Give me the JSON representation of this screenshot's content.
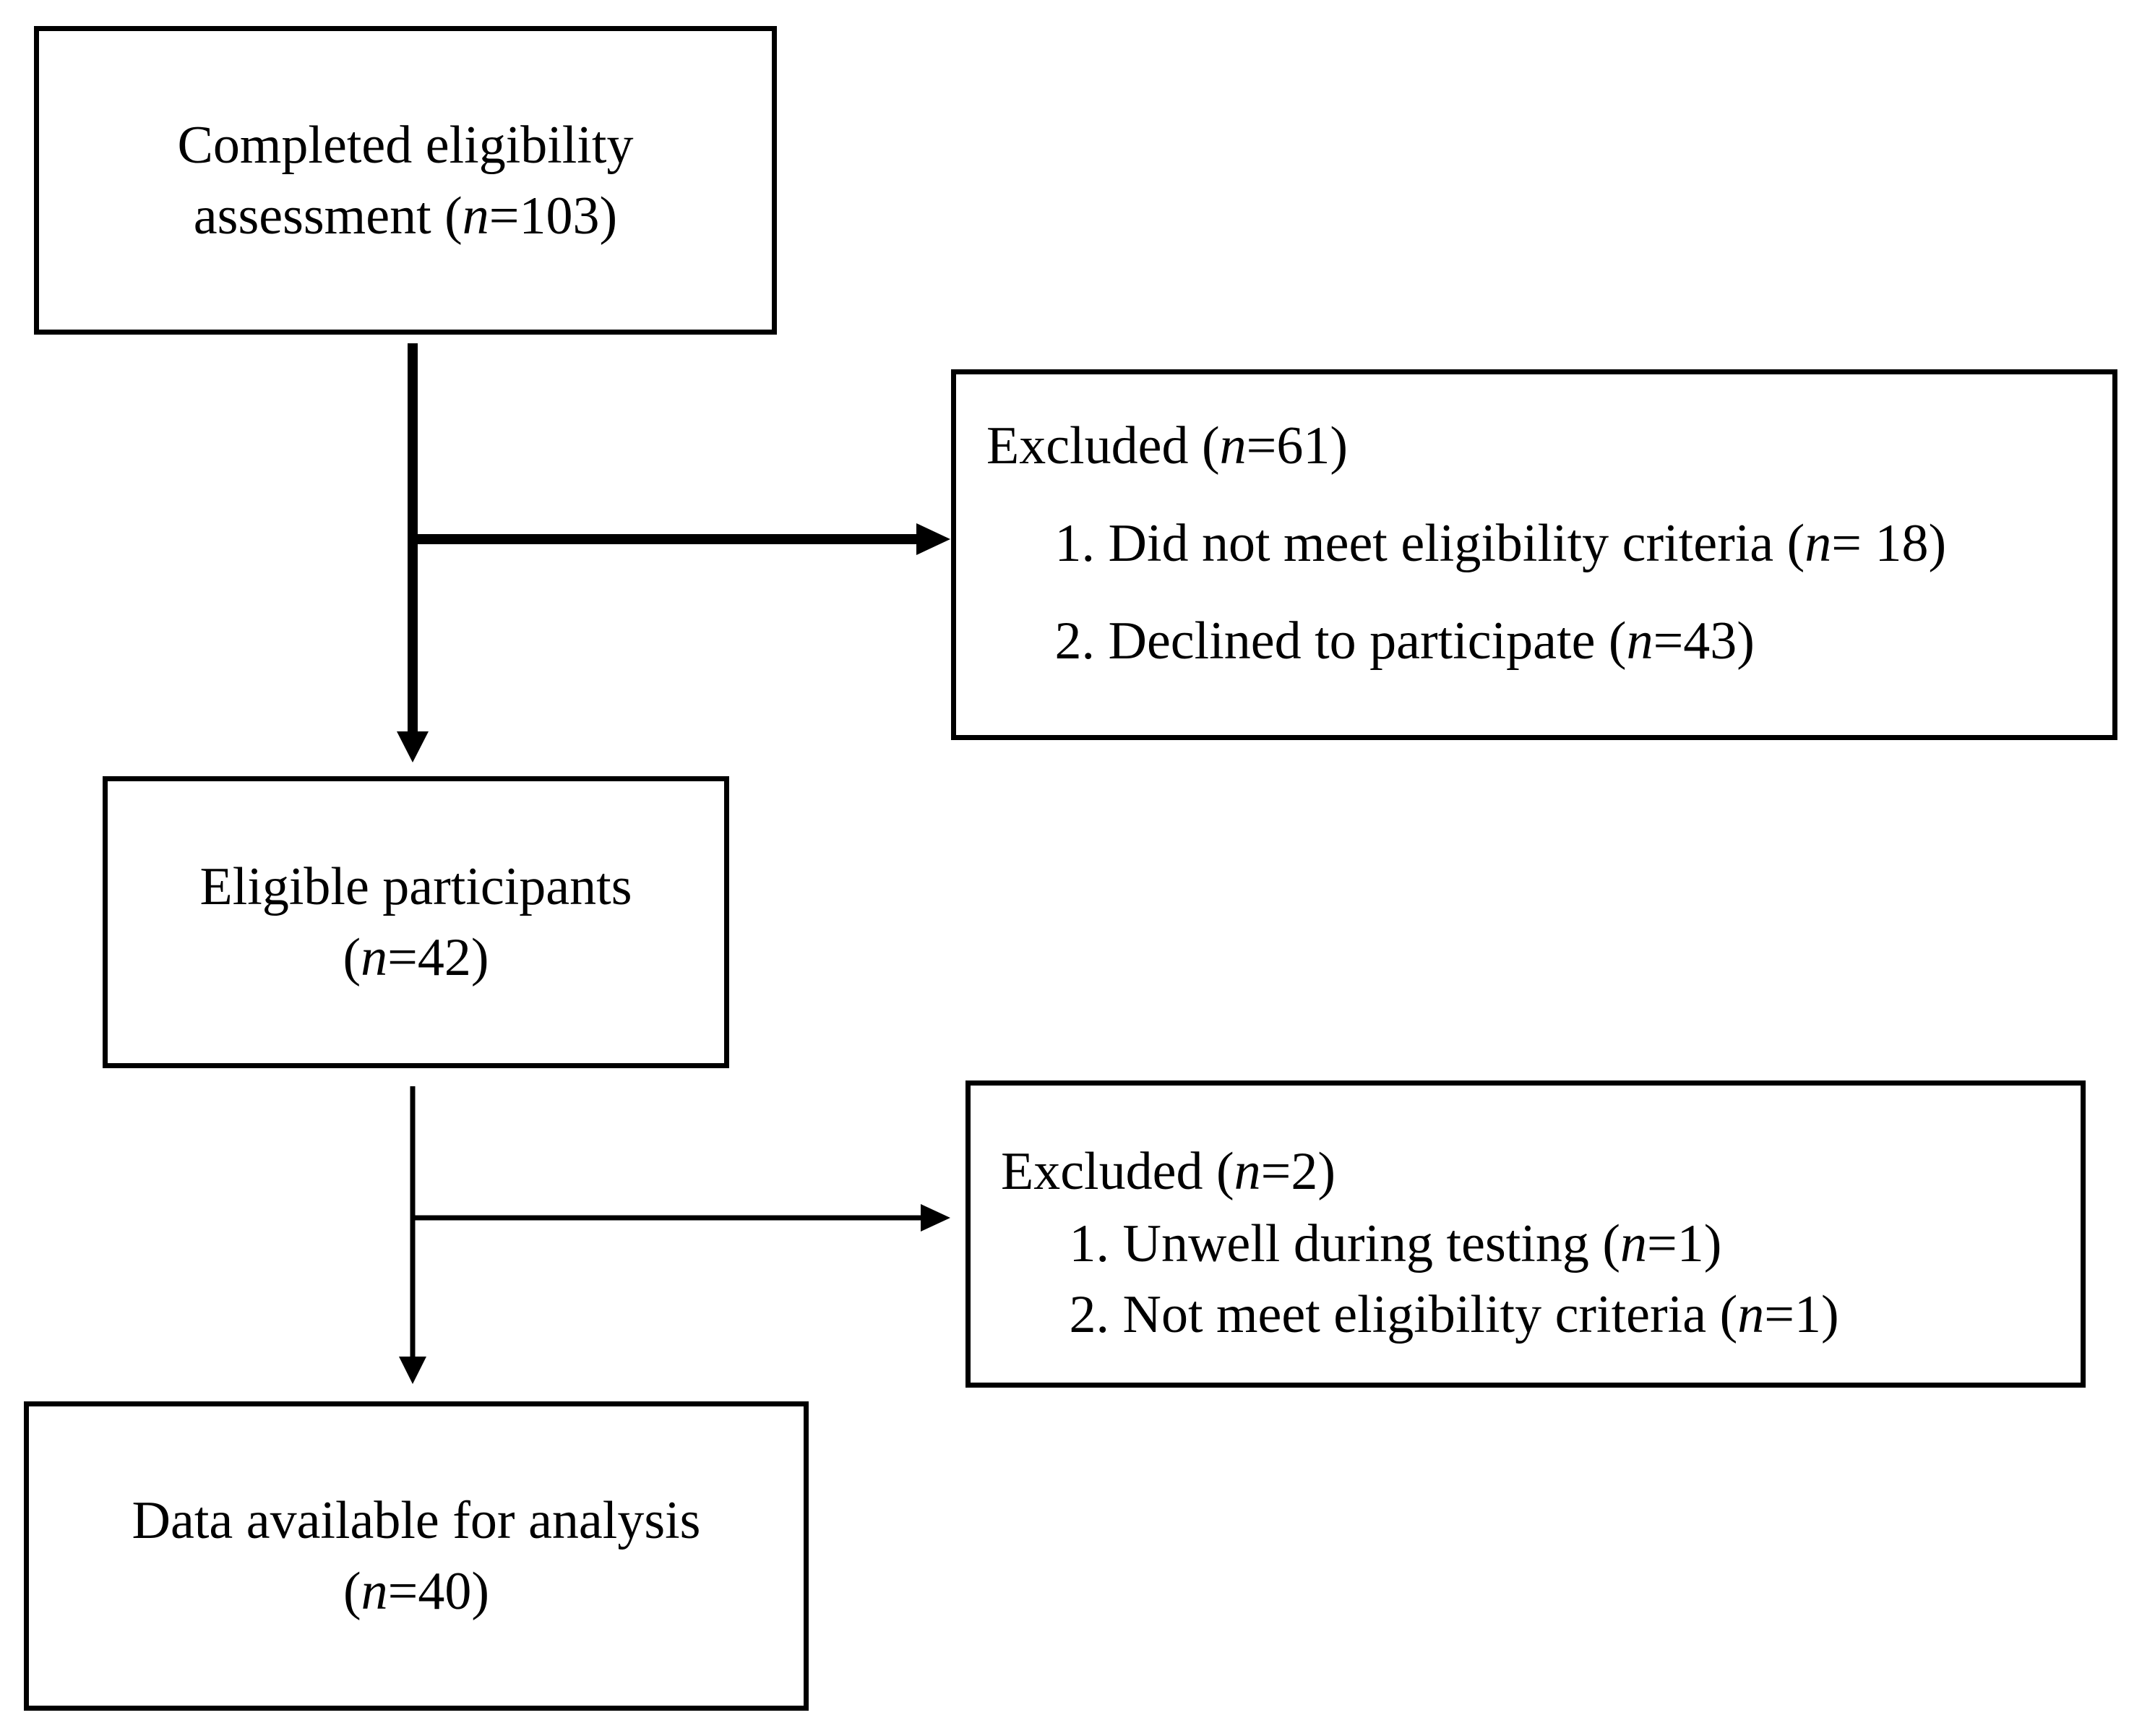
{
  "diagram": {
    "box_assessment": {
      "line1": "Completed eligibility",
      "line2_prefix": "assessment (",
      "var": "n",
      "line2_suffix": "=103)"
    },
    "box_excluded_1": {
      "heading_prefix": "Excluded (",
      "heading_var": "n",
      "heading_suffix": "=61)",
      "items": [
        {
          "num": "1.",
          "text": "Did not meet eligibility criteria  (",
          "var": "n",
          "suffix": "= 18)"
        },
        {
          "num": "2.",
          "text": "Declined to participate (",
          "var": "n",
          "suffix": "=43)"
        }
      ]
    },
    "box_eligible": {
      "line1": "Eligible participants",
      "line2_prefix": "(",
      "var": "n",
      "line2_suffix": "=42)"
    },
    "box_excluded_2": {
      "heading_prefix": "Excluded (",
      "heading_var": "n",
      "heading_suffix": "=2)",
      "items": [
        {
          "num": "1.",
          "text": "Unwell during testing (",
          "var": "n",
          "suffix": "=1)"
        },
        {
          "num": "2.",
          "text": "Not meet eligibility criteria (",
          "var": "n",
          "suffix": "=1)"
        }
      ]
    },
    "box_analysis": {
      "line1": "Data available for analysis",
      "line2_prefix": "(",
      "var": "n",
      "line2_suffix": "=40)"
    }
  }
}
